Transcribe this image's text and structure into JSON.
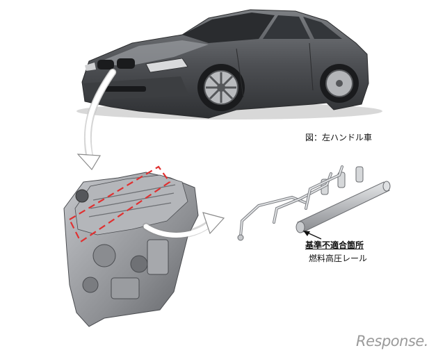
{
  "figure": {
    "caption": "図：左ハンドル車",
    "defect_label": "基準不適合箇所",
    "part_label": "燃料高圧レール",
    "watermark": "Response."
  },
  "colors": {
    "highlight": "#e03030",
    "arrow": "#8a8a8a",
    "car_body": "#5a5c60",
    "engine": "#9c9ea2"
  }
}
